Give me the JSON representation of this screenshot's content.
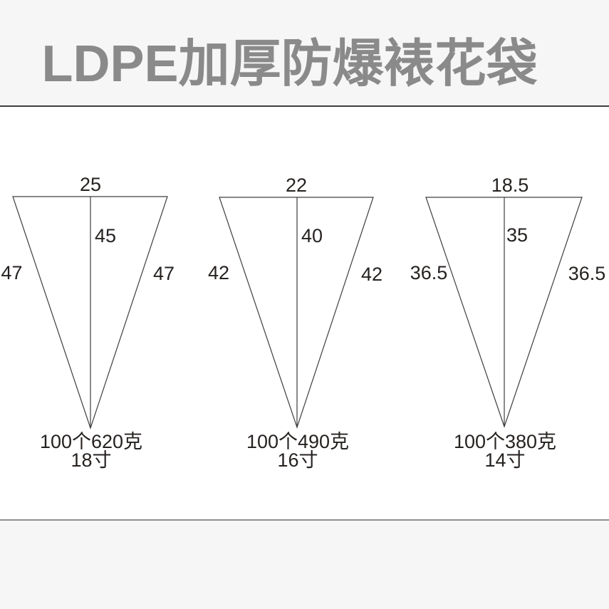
{
  "title": "LDPE加厚防爆裱花袋",
  "colors": {
    "banner_bg": "#f5f6f5",
    "title_color": "#8a8a8a",
    "divider_dark": "#3e3e3e",
    "divider_gray": "#8f8f8f",
    "line_color": "#3e3e3e",
    "dim_text": "#262220"
  },
  "bags": [
    {
      "top_width": "25",
      "center_height": "45",
      "left_side": "47",
      "right_side": "47",
      "weight": "100个620克",
      "size": "18寸"
    },
    {
      "top_width": "22",
      "center_height": "40",
      "left_side": "42",
      "right_side": "42",
      "weight": "100个490克",
      "size": "16寸"
    },
    {
      "top_width": "18.5",
      "center_height": "35",
      "left_side": "36.5",
      "right_side": "36.5",
      "weight": "100个380克",
      "size": "14寸"
    }
  ]
}
